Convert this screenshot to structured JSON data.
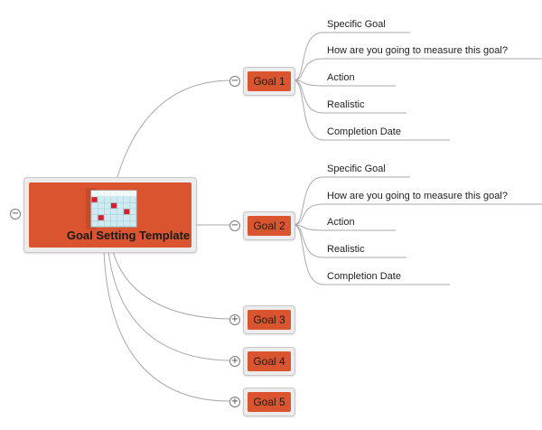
{
  "central": {
    "title": "Goal Setting Template",
    "toggle_symbol": "−"
  },
  "goals": [
    {
      "label": "Goal 1",
      "toggle_symbol": "−",
      "expanded": true,
      "subtopics": [
        "Specific Goal",
        "How are you going to measure this goal?",
        "Action",
        "Realistic",
        "Completion Date"
      ]
    },
    {
      "label": "Goal 2",
      "toggle_symbol": "−",
      "expanded": true,
      "subtopics": [
        "Specific Goal",
        "How are you going to measure this goal?",
        "Action",
        "Realistic",
        "Completion Date"
      ]
    },
    {
      "label": "Goal 3",
      "toggle_symbol": "+",
      "expanded": false,
      "subtopics": []
    },
    {
      "label": "Goal 4",
      "toggle_symbol": "+",
      "expanded": false,
      "subtopics": []
    },
    {
      "label": "Goal 5",
      "toggle_symbol": "+",
      "expanded": false,
      "subtopics": []
    }
  ],
  "colors": {
    "topic_fill": "#d9542f",
    "topic_frame": "#ececec",
    "connector": "#a9a9a9",
    "calendar_grid": "#b8dfe8",
    "calendar_mark": "#d4202a"
  }
}
